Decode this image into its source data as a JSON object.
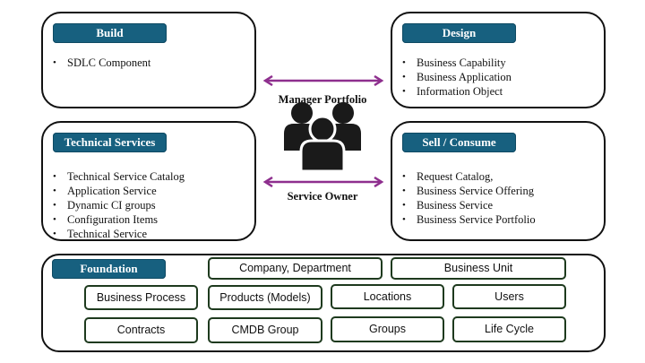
{
  "colors": {
    "tag_fill": "#17607f",
    "arrow": "#8e2f8e",
    "chip_border": "#1e3a1e",
    "panel_border": "#111111"
  },
  "panels": {
    "build": {
      "title": "Build",
      "items": [
        "SDLC Component"
      ]
    },
    "design": {
      "title": "Design",
      "items": [
        "Business Capability",
        "Business Application",
        "Information Object"
      ]
    },
    "technical": {
      "title": "Technical Services",
      "items": [
        "Technical Service Catalog",
        "Application Service",
        "Dynamic CI groups",
        "Configuration Items",
        "Technical Service"
      ]
    },
    "sell": {
      "title": "Sell / Consume",
      "items": [
        "Request Catalog,",
        "Business Service Offering",
        "Business Service",
        "Business Service Portfolio"
      ]
    }
  },
  "connectors": {
    "top": {
      "label": "Manager Portfolio",
      "icon": "double-arrow-icon"
    },
    "bottom": {
      "label": "Service Owner",
      "icon": "double-arrow-icon"
    }
  },
  "center_icon": "people-group-icon",
  "foundation": {
    "title": "Foundation",
    "chips": [
      "Company, Department",
      "Business Unit",
      "Business Process",
      "Products (Models)",
      "Locations",
      "Users",
      "Contracts",
      "CMDB Group",
      "Groups",
      "Life Cycle"
    ]
  }
}
